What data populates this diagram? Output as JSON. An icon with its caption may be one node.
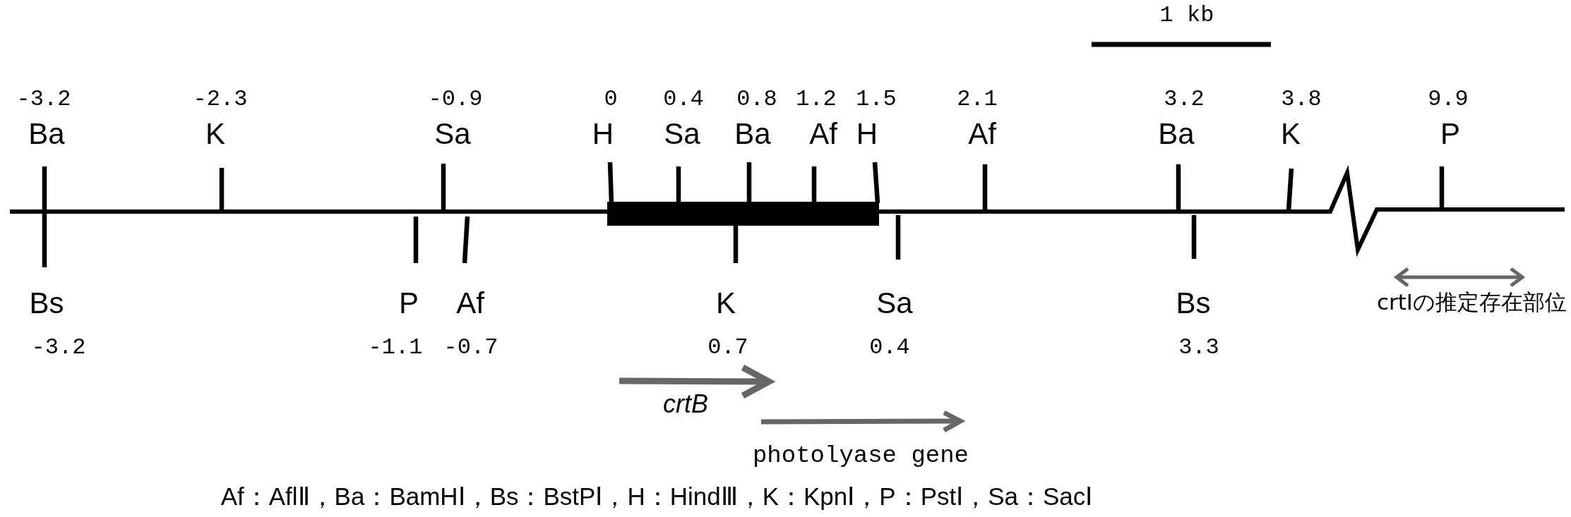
{
  "diagram": {
    "caption": "Af：AflⅡ，Ba：BamHⅠ，Bs：BstPⅠ，H：HindⅢ，K：KpnⅠ，P：PstⅠ，Sa：SacⅠ",
    "nodes": [
      {
        "text": [],
        "shape": "bar"
      }
    ],
    "labels": [
      "1 kb",
      "-3.2",
      "-2.3",
      "-0.9",
      "0",
      "0.4",
      "0.8",
      "1.2",
      "1.5",
      "2.1",
      "3.2",
      "3.8",
      "9.9",
      "Ba",
      "K",
      "Sa",
      "H",
      "Sa",
      "Ba",
      "Af",
      "H",
      "Af",
      "Ba",
      "K",
      "P",
      "Bs",
      "P",
      "Af",
      "K",
      "Sa",
      "Bs",
      "crtIの推定存在部位",
      "-3.2",
      "-1.1",
      "-0.7",
      "0.7",
      "0.4",
      "3.3",
      "crtB",
      "photolyase gene"
    ]
  }
}
